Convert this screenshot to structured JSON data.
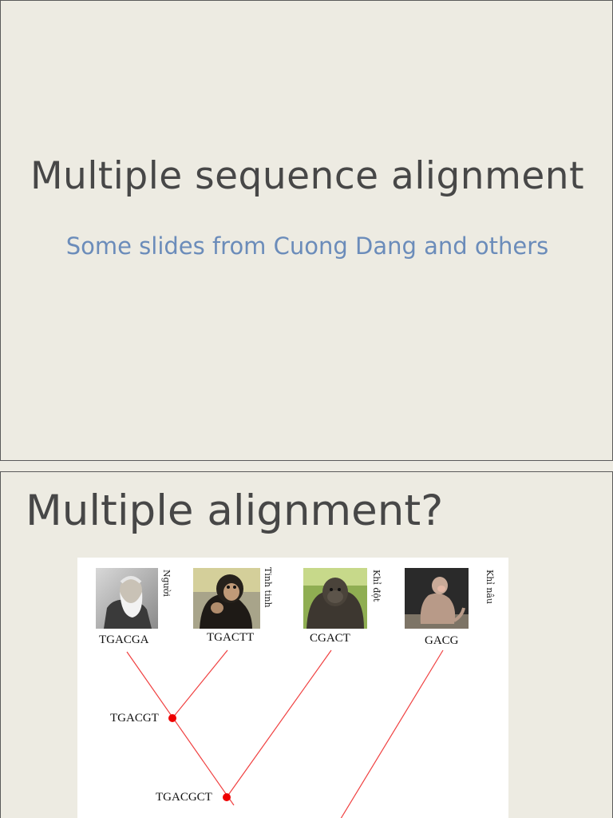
{
  "slide1": {
    "title": "Multiple sequence alignment",
    "subtitle": "Some slides from Cuong Dang and others"
  },
  "slide2": {
    "title": "Multiple alignment?",
    "figure": {
      "species": [
        {
          "name": "Người",
          "sequence": "TGACGA",
          "icon": "human-portrait"
        },
        {
          "name": "Tinh tinh",
          "sequence": "TGACTT",
          "icon": "chimpanzee-photo"
        },
        {
          "name": "Khỉ đột",
          "sequence": "CGACT",
          "icon": "gorilla-photo"
        },
        {
          "name": "Khỉ nâu",
          "sequence": "GACG",
          "icon": "macaque-photo"
        }
      ],
      "ancestors": [
        "TGACGT",
        "TGACGCT"
      ],
      "line_color": "#f04040",
      "node_color": "#ee0000"
    }
  }
}
